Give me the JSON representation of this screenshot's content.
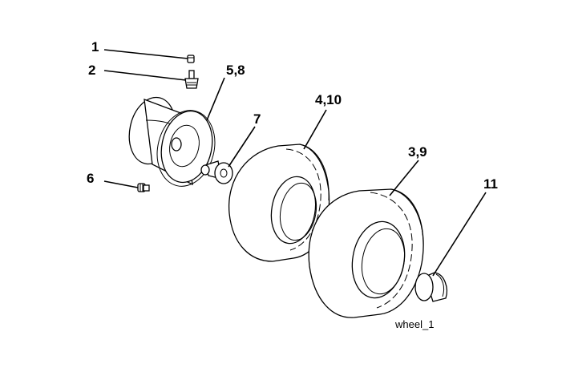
{
  "callouts": {
    "c1": "1",
    "c2": "2",
    "c58": "5,8",
    "c7": "7",
    "c410": "4,10",
    "c39": "3,9",
    "c6": "6",
    "c11": "11"
  },
  "caption": "wheel_1",
  "colors": {
    "ink": "#000000",
    "background": "#ffffff"
  }
}
